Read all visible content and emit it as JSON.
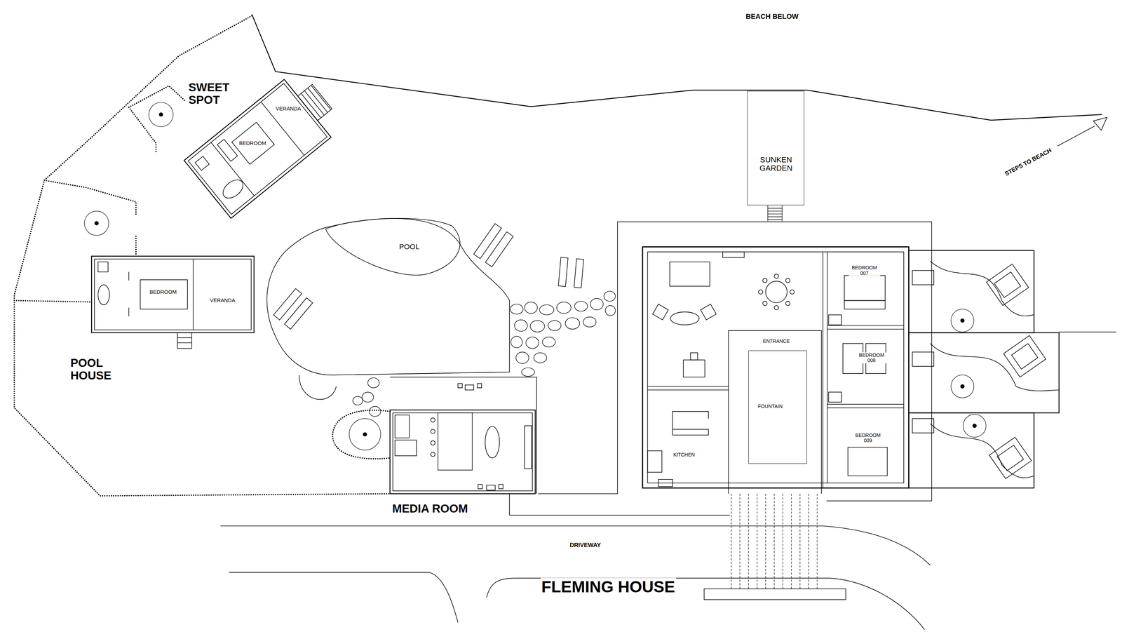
{
  "diagram": {
    "nodes": [
      {
        "text": [
          "SWEET SPOT"
        ]
      },
      {
        "text": [
          "VERANDA"
        ],
        "in": 0
      },
      {
        "text": [
          "BEDROOM"
        ],
        "in": 0
      },
      {
        "text": [
          "SUNKEN GARDEN"
        ]
      },
      {
        "text": [
          "POOL"
        ]
      },
      {
        "text": [
          "POOL HOUSE"
        ]
      },
      {
        "text": [
          "BEDROOM"
        ],
        "in": 5
      },
      {
        "text": [
          "VERANDA"
        ],
        "in": 5
      },
      {
        "text": [
          "ENTRANCE"
        ]
      },
      {
        "text": [
          "FOUNTAIN"
        ],
        "in": 8
      },
      {
        "text": [
          "BEDROOM 007"
        ]
      },
      {
        "text": [
          "BEDROOM 008"
        ]
      },
      {
        "text": [
          "BEDROOM 009"
        ]
      },
      {
        "text": [
          "KITCHEN"
        ]
      },
      {
        "text": [
          "MEDIA ROOM"
        ]
      }
    ],
    "labels": [
      "BEACH BELOW",
      "STEPS TO BEACH",
      "DRIVEWAY",
      "FLEMING HOUSE"
    ]
  }
}
